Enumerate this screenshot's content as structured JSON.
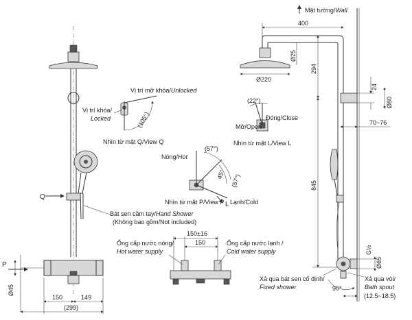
{
  "labels": {
    "wall": "Mặt tường/",
    "wall_en": "Wall",
    "unlocked_vi": "Vị trí mở khóa/",
    "unlocked_en": "Unlocked",
    "locked_vi": "Vị trí khóa/",
    "locked_en": "Locked",
    "view_q": "Nhìn từ mặt Q/View Q",
    "view_l": "Nhìn từ mặt L/View L",
    "view_p": "Nhìn từ mặt P/View P",
    "hot": "Nóng/",
    "hot_en": "Hot",
    "cold": "Lạnh/Cold",
    "close": "Đóng/Close",
    "open": "Mở/Open",
    "hand_shower": "Bát sen cầm tay/",
    "hand_shower_en": "Hand Shower",
    "not_included": "(Không bao gồm/Not included)",
    "hot_pipe": "Ống cấp nước nóng/",
    "hot_pipe_en": "Hot water supply",
    "cold_pipe": "Ống cấp nước lạnh /",
    "cold_pipe_en": "Cold water supply",
    "fixed_vi": "Xả qua bát sen cố định/",
    "fixed_en": "Fixed shower",
    "spout_vi": "Xả qua vòi/",
    "spout_en": "Bath spout",
    "q_marker": "Q",
    "p_marker": "P",
    "l_marker": "L"
  },
  "dimensions": {
    "d400": "400",
    "d25": "Ø25",
    "d220": "Ø220",
    "d294": "294",
    "d24": "24",
    "d80": "Ø80",
    "d70_76": "70~76",
    "d845": "845",
    "g12": "G½",
    "d65": "Ø65",
    "d12_18": "(12.5~18.5)",
    "d90": "90°",
    "d22": "(22°)",
    "d105": "(105°)",
    "d57a": "(57°)",
    "d45": "45°",
    "d57b": "(57°)",
    "d150_16": "150±16",
    "d150c": "150",
    "d45left": "Ø45",
    "d150left": "150",
    "d149": "149",
    "d299": "(299)"
  }
}
